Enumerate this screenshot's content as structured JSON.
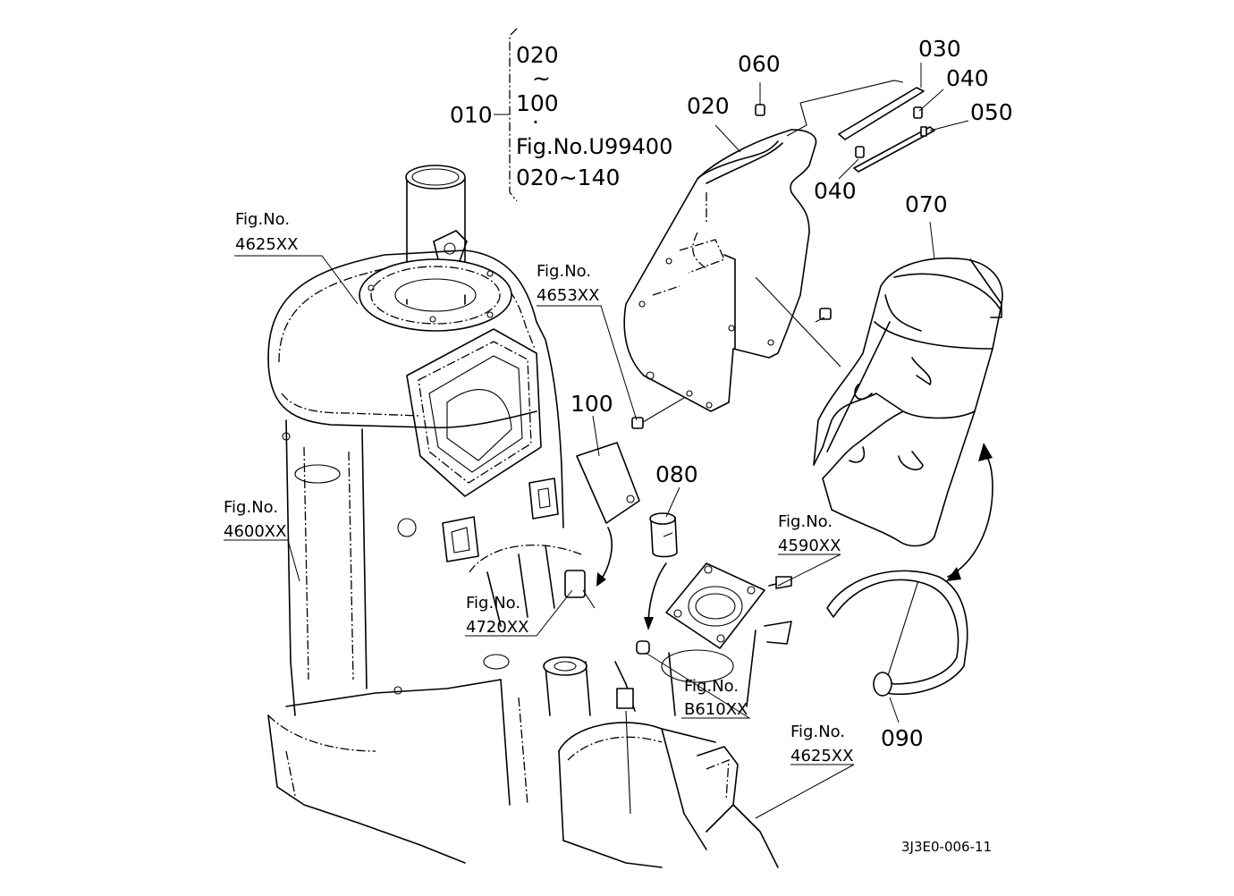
{
  "drawing_code": "3J3E0-006-11",
  "bracket": {
    "parent": "010",
    "lines": [
      "020",
      "~",
      "100",
      "·",
      "Fig.No.U99400",
      "020∼140"
    ]
  },
  "part_labels": {
    "p020": "020",
    "p030": "030",
    "p040a": "040",
    "p040b": "040",
    "p050": "050",
    "p060": "060",
    "p070": "070",
    "p080": "080",
    "p090": "090",
    "p100": "100"
  },
  "references": [
    {
      "top": "Fig.No.",
      "bottom": "4625XX"
    },
    {
      "top": "Fig.No.",
      "bottom": "4653XX"
    },
    {
      "top": "Fig.No.",
      "bottom": "4600XX"
    },
    {
      "top": "Fig.No.",
      "bottom": "4720XX"
    },
    {
      "top": "Fig.No.",
      "bottom": "4590XX"
    },
    {
      "top": "Fig.No.",
      "bottom": "B610XX"
    },
    {
      "top": "Fig.No.",
      "bottom": "4625XX"
    }
  ]
}
